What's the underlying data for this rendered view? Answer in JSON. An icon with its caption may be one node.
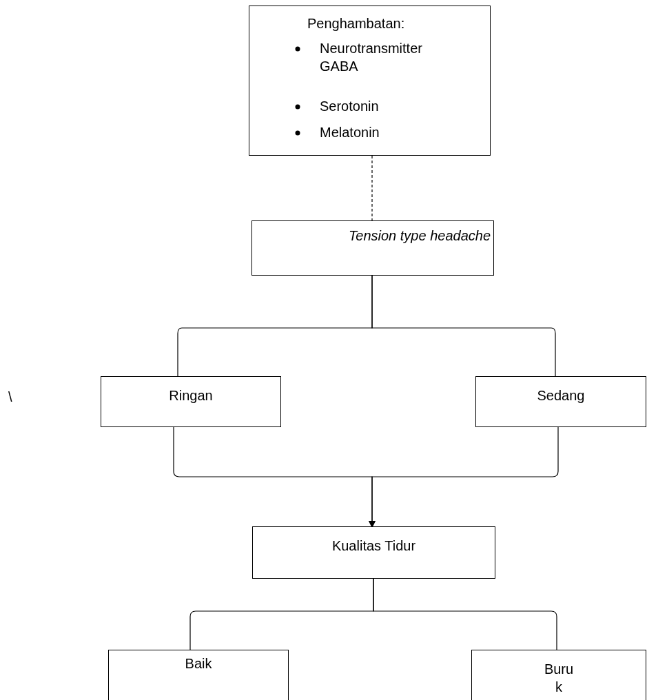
{
  "diagram": {
    "nodes": [
      {
        "text": [
          "Penghambatan:",
          "Neurotransmitter GABA",
          "Serotonin",
          "Melatonin"
        ]
      },
      {
        "text": [
          "Tension type headache"
        ]
      },
      {
        "text": [
          "Ringan"
        ]
      },
      {
        "text": [
          "Sedang"
        ]
      },
      {
        "text": [
          "Kualitas Tidur"
        ]
      },
      {
        "text": [
          "Baik"
        ]
      },
      {
        "text": [
          "Buruk"
        ]
      }
    ],
    "edges": [
      {
        "from": 0,
        "to": 1,
        "arrow": "none",
        "style": "dashed"
      },
      {
        "from": 1,
        "to": 2,
        "arrow": "none"
      },
      {
        "from": 1,
        "to": 3,
        "arrow": "none"
      },
      {
        "from": 2,
        "to": 4,
        "arrow": "to"
      },
      {
        "from": 3,
        "to": 4,
        "arrow": "to"
      },
      {
        "from": 4,
        "to": 5,
        "arrow": "none"
      },
      {
        "from": 4,
        "to": 6,
        "arrow": "none"
      }
    ],
    "labels": [
      "\\"
    ]
  }
}
